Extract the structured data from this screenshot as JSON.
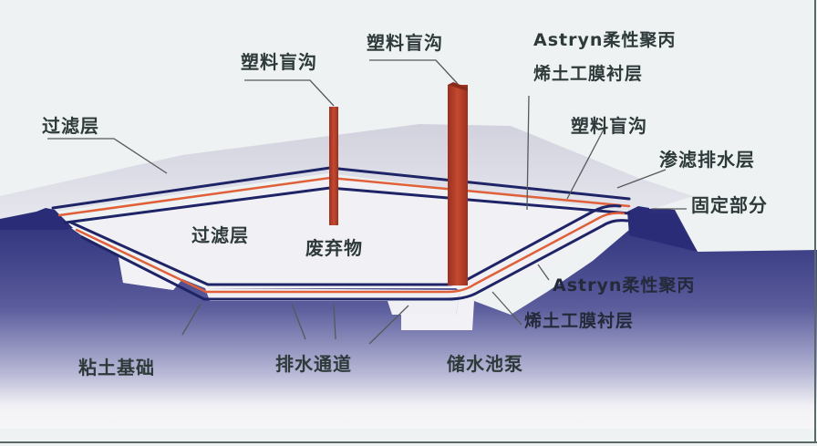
{
  "diagram": {
    "title": "",
    "type": "landfill liner cross-section",
    "colors": {
      "background": "#eef2f2",
      "soil_dark": "#2c2e78",
      "soil_light": "#f4f4f8",
      "waste_mound": "#d6d6e2",
      "liner_blue": "#1e2466",
      "liner_red": "#e0603a",
      "pipe": "#b8402a",
      "leader_line": "#555a5a",
      "text": "#2e3a3a"
    },
    "labels": {
      "plastic_drain_left": "塑料盲沟",
      "plastic_drain_center": "塑料盲沟",
      "liner_top_line1": "Astryn柔性聚丙",
      "liner_top_line2": "烯土工膜衬层",
      "plastic_drain_right": "塑料盲沟",
      "filter_layer_top": "过滤层",
      "leachate_drain_layer": "渗滤排水层",
      "anchor_section": "固定部分",
      "filter_layer_inner": "过滤层",
      "waste": "废弃物",
      "liner_bottom_line1": "Astryn柔性聚丙",
      "liner_bottom_line2": "烯土工膜衬层",
      "clay_foundation": "粘土基础",
      "drainage_channel": "排水通道",
      "sump_pump": "储水池泵"
    }
  }
}
